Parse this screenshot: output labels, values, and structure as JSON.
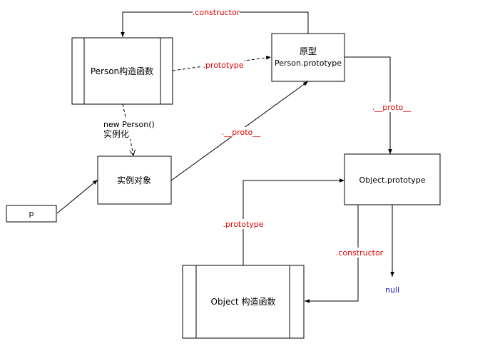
{
  "nodes": {
    "person_ctor": "Person构造函数",
    "prototype_title": "原型",
    "prototype_sub": "Person.prototype",
    "instance": "实例对象",
    "p": "p",
    "object_prototype": "Object.prototype",
    "object_ctor": "Object 构造函数",
    "null": "null"
  },
  "edges": {
    "constructor_top": ".constructor",
    "prototype_top": ".prototype",
    "proto_right": ".__proto__",
    "new_person": "new Person()",
    "instantiate": "实例化",
    "proto_instance": ".__proto__",
    "prototype_object": ".prototype",
    "constructor_object": ".constructor"
  },
  "colors": {
    "edge_label": "#e00000",
    "null_label": "#1010cc",
    "line": "#000000"
  }
}
